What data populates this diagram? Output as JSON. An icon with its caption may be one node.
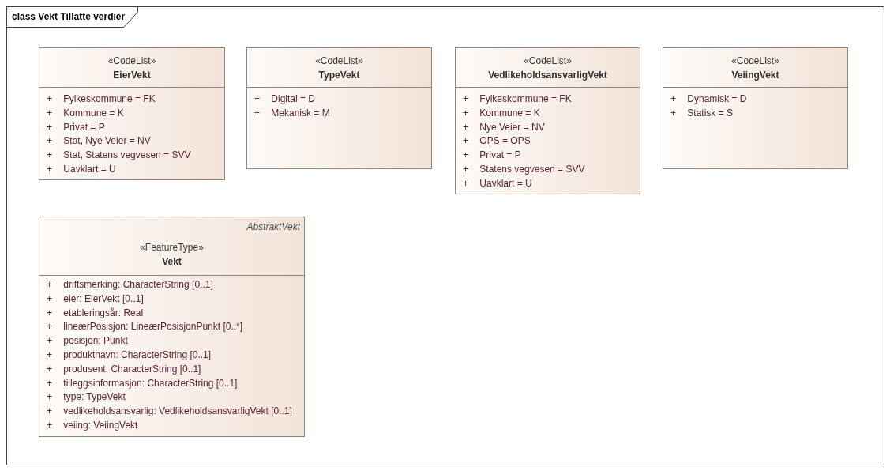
{
  "diagram": {
    "nodes": [
      {
        "text": [
          "class Vekt Tillatte verdier"
        ]
      },
      {
        "text": [
          "«CodeList»",
          "EierVekt",
          "+ Fylkeskommune = FK",
          "+ Kommune = K",
          "+ Privat = P",
          "+ Stat, Nye Veier = NV",
          "+ Stat, Statens vegvesen = SVV",
          "+ Uavklart = U"
        ],
        "in": 0
      },
      {
        "text": [
          "«CodeList»",
          "TypeVekt",
          "+ Digital = D",
          "+ Mekanisk = M"
        ],
        "in": 0
      },
      {
        "text": [
          "«CodeList»",
          "VedlikeholdsansvarligVekt",
          "+ Fylkeskommune = FK",
          "+ Kommune = K",
          "+ Nye Veier = NV",
          "+ OPS = OPS",
          "+ Privat = P",
          "+ Statens vegvesen = SVV",
          "+ Uavklart = U"
        ],
        "in": 0
      },
      {
        "text": [
          "«CodeList»",
          "VeiingVekt",
          "+ Dynamisk = D",
          "+ Statisk = S"
        ],
        "in": 0
      },
      {
        "text": [
          "AbstraktVekt",
          "«FeatureType»",
          "Vekt",
          "+ driftsmerking: CharacterString [0..1]",
          "+ eier: EierVekt [0..1]",
          "+ etableringsår: Real",
          "+ lineærPosisjon: LineærPosisjonPunkt [0..*]",
          "+ posisjon: Punkt",
          "+ produktnavn: CharacterString [0..1]",
          "+ produsent: CharacterString [0..1]",
          "+ tilleggsinformasjon: CharacterString [0..1]",
          "+ type: TypeVekt",
          "+ vedlikeholdsansvarlig: VedlikeholdsansvarligVekt [0..1]",
          "+ veiing: VeiingVekt"
        ],
        "in": 0
      }
    ]
  }
}
